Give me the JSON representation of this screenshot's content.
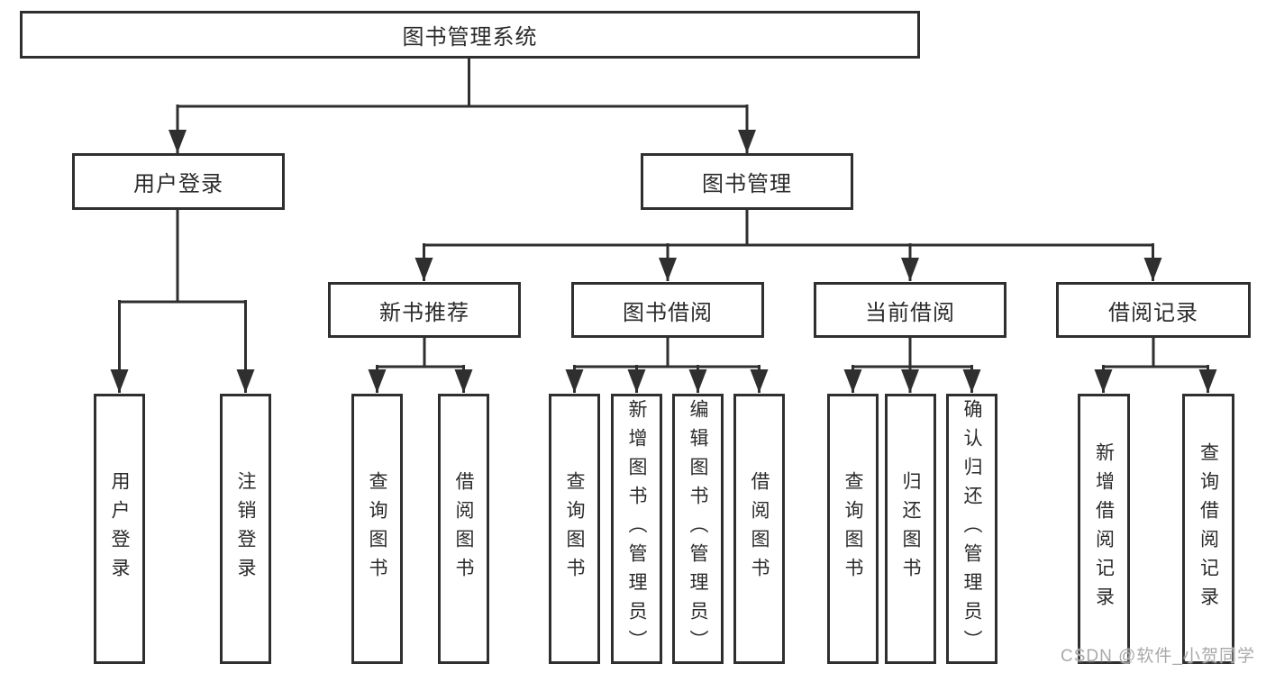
{
  "diagram": {
    "root": {
      "label": "图书管理系统"
    },
    "branches": [
      {
        "label": "用户登录",
        "children": [
          {
            "label": "用户登录"
          },
          {
            "label": "注销登录"
          }
        ]
      },
      {
        "label": "图书管理",
        "children": [
          {
            "label": "新书推荐",
            "children": [
              {
                "label": "查询图书"
              },
              {
                "label": "借阅图书"
              }
            ]
          },
          {
            "label": "图书借阅",
            "children": [
              {
                "label": "查询图书"
              },
              {
                "label": "新增图书（管理员）"
              },
              {
                "label": "编辑图书（管理员）"
              },
              {
                "label": "借阅图书"
              }
            ]
          },
          {
            "label": "当前借阅",
            "children": [
              {
                "label": "查询图书"
              },
              {
                "label": "归还图书"
              },
              {
                "label": "确认归还（管理员）"
              }
            ]
          },
          {
            "label": "借阅记录",
            "children": [
              {
                "label": "新增借阅记录"
              },
              {
                "label": "查询借阅记录"
              }
            ]
          }
        ]
      }
    ],
    "watermark": "CSDN @软件_小贺同学",
    "colors": {
      "line": "#2f2f2f",
      "text": "#2b2b2b",
      "background": "#ffffff",
      "watermark": "#a9a9a9"
    }
  }
}
